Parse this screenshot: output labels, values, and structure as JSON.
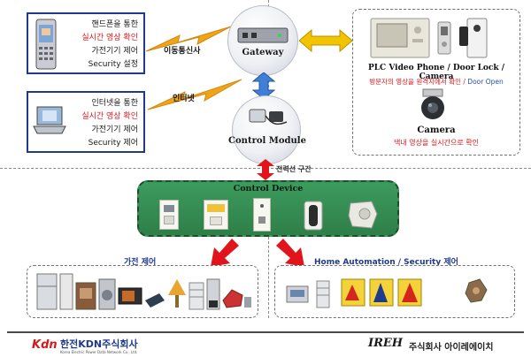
{
  "header": {
    "title_fragment": ""
  },
  "clients": [
    {
      "lines": [
        {
          "text": "핸드폰을 통한",
          "color": "#1a1a1a"
        },
        {
          "text": "실시간 영상 확인",
          "color": "#e0141a"
        },
        {
          "text": "가전기기 제어",
          "color": "#1a1a1a"
        },
        {
          "text": "Security 설정",
          "color": "#1a1a1a"
        }
      ]
    },
    {
      "lines": [
        {
          "text": "인터넷을 통한",
          "color": "#1a1a1a"
        },
        {
          "text": "실시간 영상 확인",
          "color": "#e0141a"
        },
        {
          "text": "가전기기 제어",
          "color": "#1a1a1a"
        },
        {
          "text": "Security 제어",
          "color": "#1a1a1a"
        }
      ]
    }
  ],
  "links": {
    "mobile": "이동통신사",
    "internet": "인터넷",
    "plc": "전력선 구간"
  },
  "gateway": {
    "label": "Gateway"
  },
  "control_module": {
    "label": "Control Module"
  },
  "control_device": {
    "label": "Control Device"
  },
  "plc_panel": {
    "title": "PLC Video Phone / Door Lock / Camera",
    "subtitle_red": "방문자의 영상을 원격지에서 확인 / ",
    "subtitle_blue": "Door Open",
    "camera_title": "Camera",
    "camera_desc": "댁내 영상을 실시간으로 확인"
  },
  "sections": {
    "appliance": "가전 제어",
    "home_auto": "Home Automation /  Security 제어"
  },
  "footer": {
    "kdn_logo": "Kdn",
    "kdn_name": "한전KDN주식회사",
    "kdn_sub": "Korea Electric Power Data Network Co., Ltd.",
    "ireh_logo": "IREH",
    "ireh_name": "주식회사 아이레에이치"
  },
  "colors": {
    "accent_red": "#e0141a",
    "accent_blue": "#1f4fb0",
    "control_device_green": "#2e7f48",
    "arrow_yellow": "#f2c400",
    "arrow_blue": "#3f7fd8"
  },
  "icons": [
    "mobile-phone-icon",
    "laptop-icon",
    "lightning-icon",
    "gateway-box-icon",
    "control-module-icon",
    "video-phone-icon",
    "door-lock-icon",
    "camera-icon",
    "appliance-icons",
    "security-icons"
  ]
}
